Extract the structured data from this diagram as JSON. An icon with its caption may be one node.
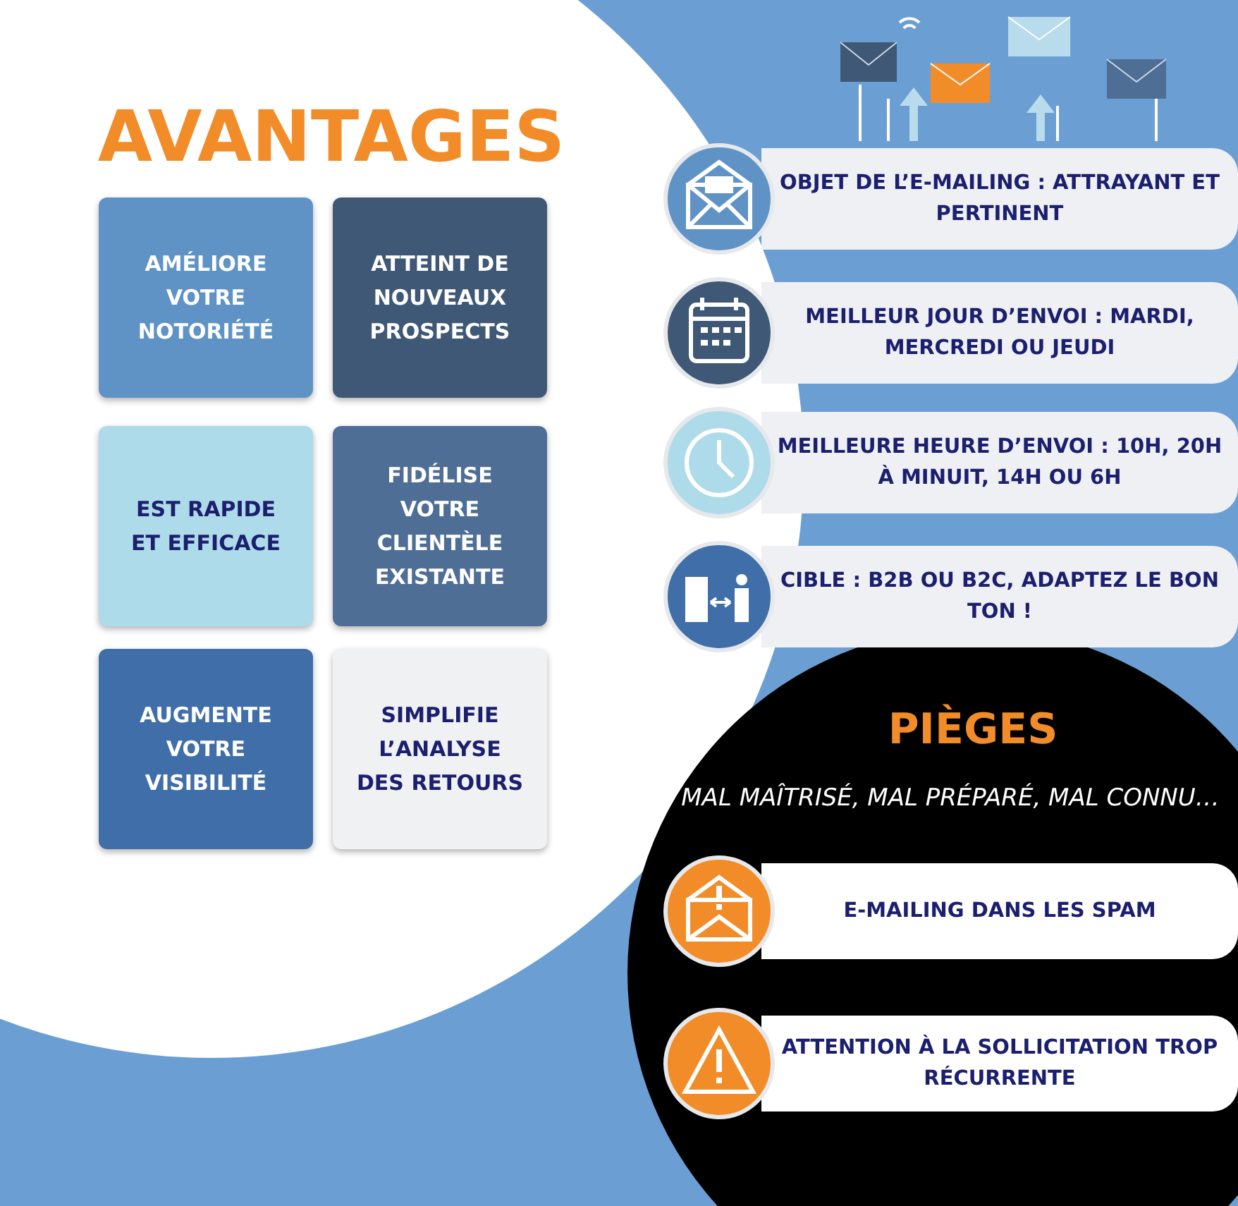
{
  "diagram": {
    "nodes": [
      {
        "text": [
          "AMÉLIORE VOTRE NOTORIÉTÉ"
        ]
      },
      {
        "text": [
          "ATTEINT DE NOUVEAUX PROSPECTS"
        ]
      },
      {
        "text": [
          "EST RAPIDE ET EFFICACE"
        ]
      },
      {
        "text": [
          "FIDÉLISE VOTRE CLIENTÈLE EXISTANTE"
        ]
      },
      {
        "text": [
          "AUGMENTE VOTRE VISIBILITÉ"
        ]
      },
      {
        "text": [
          "SIMPLIFIE L’ANALYSE DES RETOURS"
        ]
      },
      {
        "text": [
          "OBJET DE L’E-MAILING : ATTRAYANT ET PERTINENT"
        ]
      },
      {
        "text": [
          "MEILLEUR JOUR D’ENVOI : MARDI, MERCREDI OU JEUDI"
        ]
      },
      {
        "text": [
          "MEILLEURE HEURE D’ENVOI : 10H, 20H À MINUIT, 14H OU 6H"
        ]
      },
      {
        "text": [
          "CIBLE : B2B OU B2C, ADAPTEZ LE BON TON !"
        ]
      },
      {
        "text": [
          "E-MAILING DANS LES SPAM"
        ]
      },
      {
        "text": [
          "ATTENTION À LA SOLLICITATION TROP RÉCURRENTE"
        ]
      }
    ],
    "labels": [
      "AVANTAGES",
      "PIÈGES",
      "MAL MAÎTRISÉ, MAL PRÉPARÉ, MAL CONNU…"
    ]
  }
}
